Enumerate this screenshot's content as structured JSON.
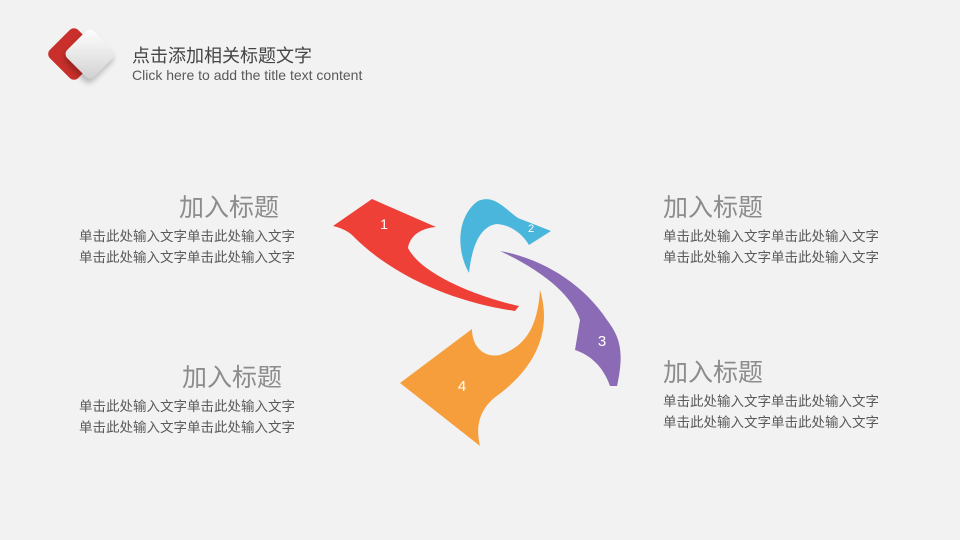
{
  "header": {
    "title": "点击添加相关标题文字",
    "subtitle": "Click here to add the title text content"
  },
  "colors": {
    "arrow1": "#ee4037",
    "arrow2": "#4bb6dc",
    "arrow3": "#8b6bb5",
    "arrow4": "#f59e3b",
    "logo_red": "#c9302c"
  },
  "icons": {
    "logo": "diamond-logo-icon"
  },
  "arrows": [
    {
      "label": "1"
    },
    {
      "label": "2"
    },
    {
      "label": "3"
    },
    {
      "label": "4"
    }
  ],
  "blocks": {
    "top_left": {
      "title": "加入标题",
      "line1": "单击此处输入文字单击此处输入文字",
      "line2": "单击此处输入文字单击此处输入文字"
    },
    "bottom_left": {
      "title": "加入标题",
      "line1": "单击此处输入文字单击此处输入文字",
      "line2": "单击此处输入文字单击此处输入文字"
    },
    "top_right": {
      "title": "加入标题",
      "line1": "单击此处输入文字单击此处输入文字",
      "line2": "单击此处输入文字单击此处输入文字"
    },
    "bottom_right": {
      "title": "加入标题",
      "line1": "单击此处输入文字单击此处输入文字",
      "line2": "单击此处输入文字单击此处输入文字"
    }
  }
}
